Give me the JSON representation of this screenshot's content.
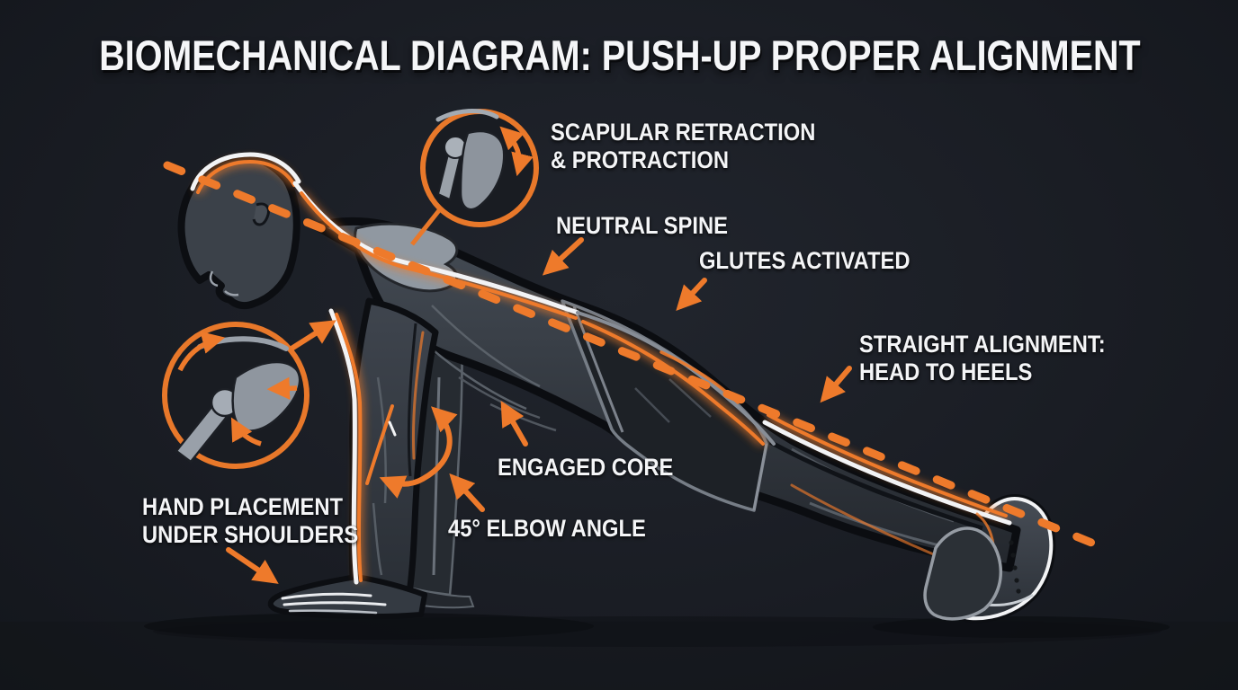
{
  "title": "BIOMECHANICAL DIAGRAM: PUSH-UP PROPER ALIGNMENT",
  "labels": {
    "scapular": {
      "line1": "SCAPULAR RETRACTION",
      "line2": "& PROTRACTION"
    },
    "neutral_spine": "NEUTRAL SPINE",
    "glutes": "GLUTES ACTIVATED",
    "alignment": {
      "line1": "STRAIGHT ALIGNMENT:",
      "line2": "HEAD TO HEELS"
    },
    "core": "ENGAGED CORE",
    "elbow": "45° ELBOW ANGLE",
    "hands": {
      "line1": "HAND PLACEMENT",
      "line2": "UNDER SHOULDERS"
    }
  },
  "figure": {
    "subject": "male figure in push-up plank position, facing left",
    "alignment_guide": "orange dashed line from head to heels",
    "insets": [
      {
        "icon": "scapula-bones-icon",
        "meaning": "scapular retraction and protraction movement"
      },
      {
        "icon": "shoulder-joint-bones-icon",
        "meaning": "shoulder joint mechanics"
      }
    ],
    "arrow_icon": "orange-pointer-arrow-icon"
  },
  "colors": {
    "background": "#1A1D24",
    "accent_orange": "#EE7A2B",
    "outline_white": "#F4F5F7",
    "body_gray": "#3A4048",
    "shorts_dark": "#1E2126",
    "bone_gray": "#9AA1AA"
  }
}
